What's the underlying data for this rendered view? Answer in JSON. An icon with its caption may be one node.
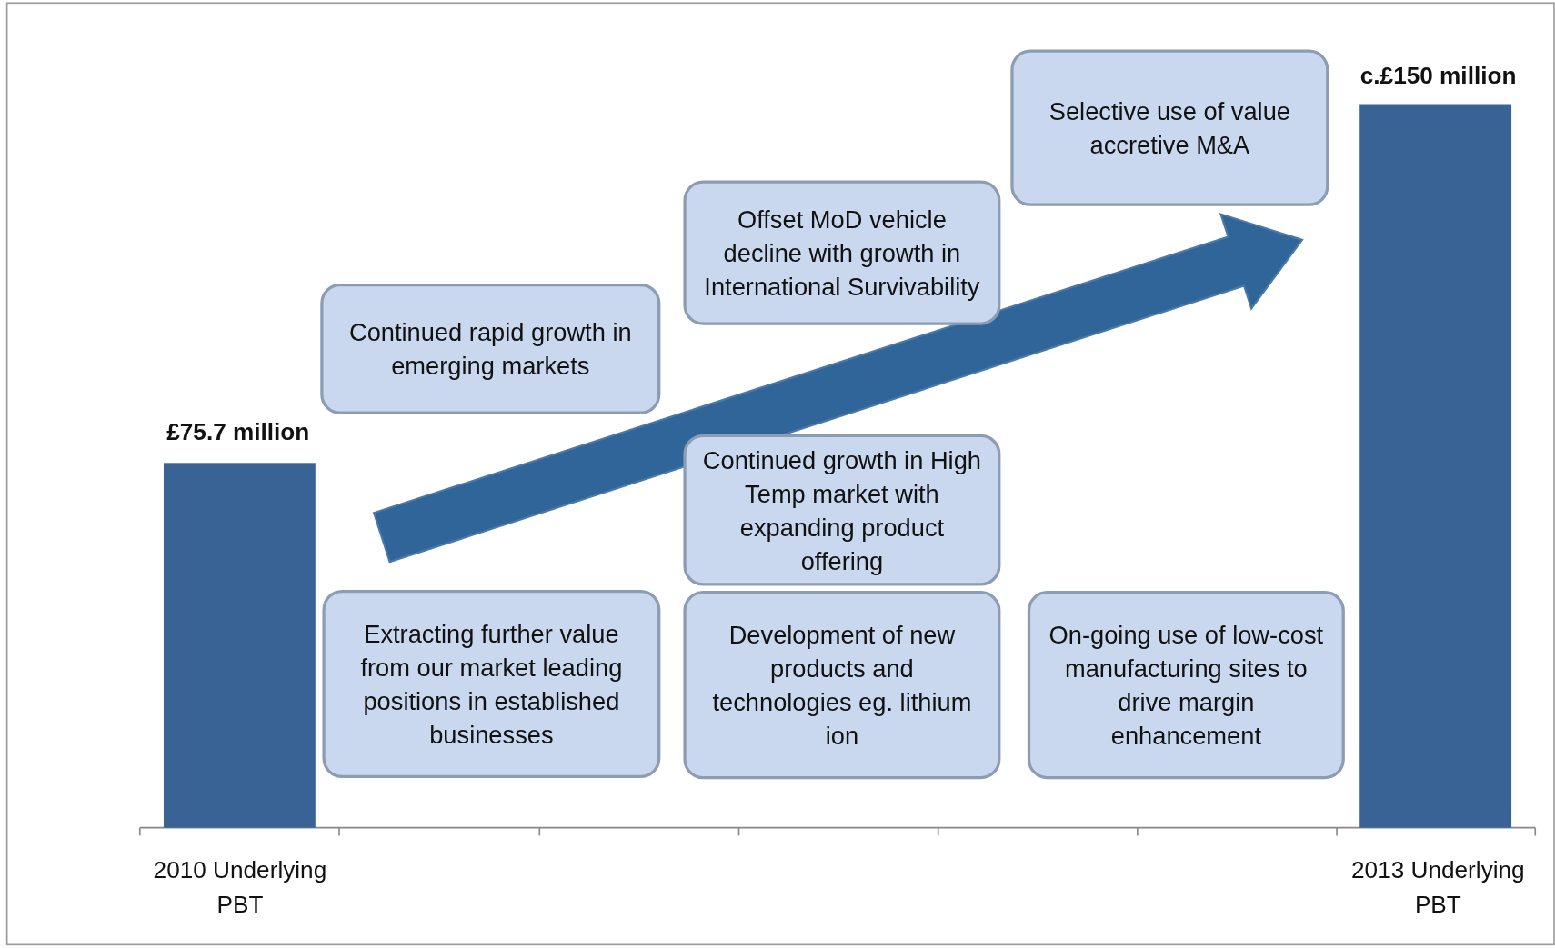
{
  "diagram": {
    "nodes": [
      {
        "text": [
          "Selective use of value accretive M&A"
        ]
      },
      {
        "text": [
          "Offset MoD vehicle decline with growth in International Survivability"
        ]
      },
      {
        "text": [
          "Continued rapid growth in emerging markets"
        ]
      },
      {
        "text": [
          "Continued growth in High Temp market with expanding product offering"
        ]
      },
      {
        "text": [
          "Extracting further value from our market leading positions in established businesses"
        ]
      },
      {
        "text": [
          "Development of new products and technologies eg. lithium ion"
        ]
      },
      {
        "text": [
          "On-going use of low-cost manufacturing sites to drive margin enhancement"
        ]
      },
      {
        "text": [],
        "shape": "bar"
      },
      {
        "text": [],
        "shape": "bar"
      }
    ],
    "edges": [
      {
        "from": 7,
        "to": 8,
        "arrow": "to",
        "style": "thick"
      }
    ],
    "labels": [
      "c.£150 million",
      "£75.7 million",
      "2010 Underlying PBT",
      "2013 Underlying PBT"
    ]
  }
}
